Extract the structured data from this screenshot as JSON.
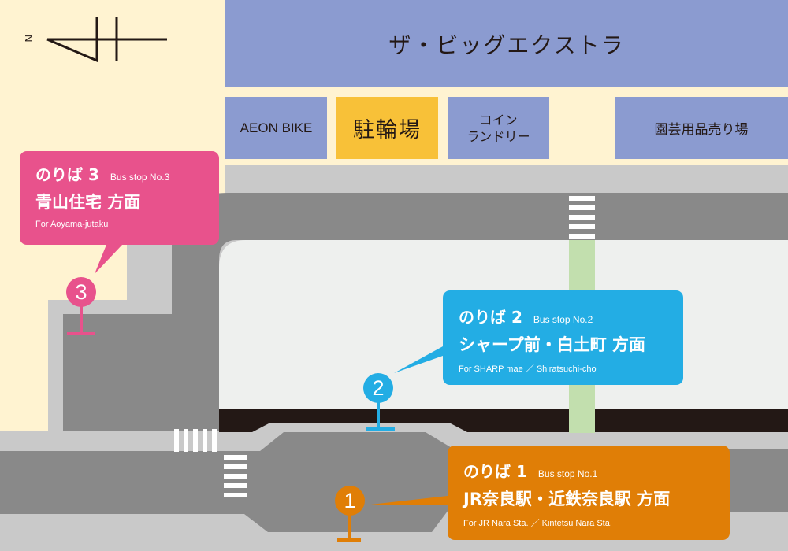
{
  "compass": {
    "north_label": "N"
  },
  "buildings": {
    "big_store": "ザ・ビッグエクストラ",
    "aeon_bike": "AEON BIKE",
    "bicycle_parking": "駐輪場",
    "coin_laundry_line1": "コイン",
    "coin_laundry_line2": "ランドリー",
    "garden_shop": "園芸用品売り場"
  },
  "bus_stops": [
    {
      "number": "1",
      "title": "のりば 1",
      "en_title": "Bus stop No.1",
      "destination_jp": "JR奈良駅・近鉄奈良駅 方面",
      "destination_en": "For JR Nara Sta. ／ Kintetsu Nara Sta.",
      "color": "#e07e06"
    },
    {
      "number": "2",
      "title": "のりば 2",
      "en_title": "Bus stop No.2",
      "destination_jp": "シャープ前・白土町 方面",
      "destination_en": "For SHARP mae ／ Shiratsuchi-cho",
      "color": "#23ade4"
    },
    {
      "number": "3",
      "title": "のりば 3",
      "en_title": "Bus stop No.3",
      "destination_jp": "青山住宅 方面",
      "destination_en": "For Aoyama-jutaku",
      "color": "#e8528c"
    }
  ],
  "colors": {
    "background": "#fff3d1",
    "building": "#8b9bd0",
    "parking": "#f8c138",
    "road": "#898989",
    "sidewalk": "#c9c9c9",
    "lot": "#eef0ee",
    "green_path": "#c2dfae",
    "rail": "#231815"
  }
}
